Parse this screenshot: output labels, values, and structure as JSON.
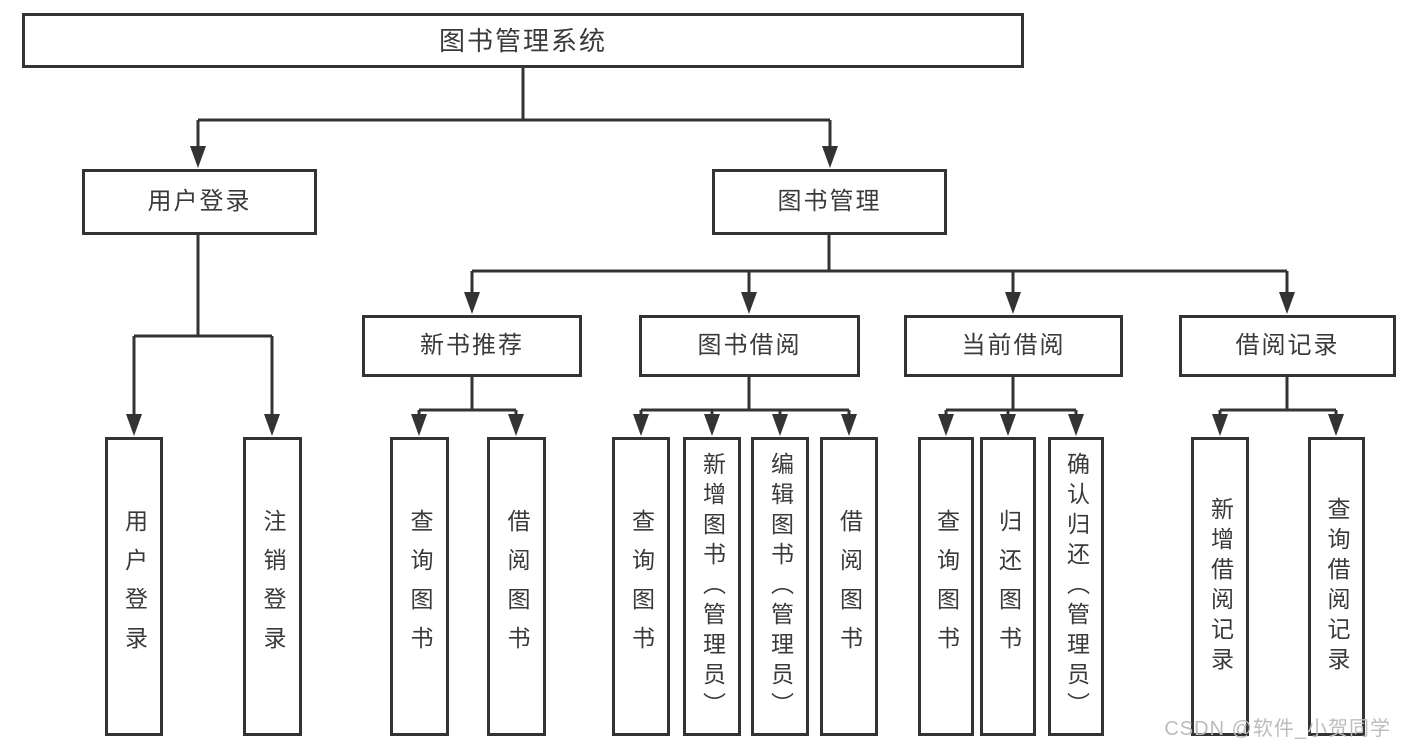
{
  "diagram": {
    "title": "图书管理系统",
    "nodes": {
      "root": "图书管理系统",
      "user_login": "用户登录",
      "book_mgmt": "图书管理",
      "new_book_rec": "新书推荐",
      "book_borrowing": "图书借阅",
      "current_borrowing": "当前借阅",
      "borrowing_records": "借阅记录",
      "leaves": {
        "user_login": "用户登录",
        "logout": "注销登录",
        "nbr_query": "查询图书",
        "nbr_borrow": "借阅图书",
        "bb_query": "查询图书",
        "bb_add": "新增图书（管理员）",
        "bb_edit": "编辑图书（管理员）",
        "bb_borrow": "借阅图书",
        "cb_query": "查询图书",
        "cb_return": "归还图书",
        "cb_confirm": "确认归还（管理员）",
        "br_add": "新增借阅记录",
        "br_query": "查询借阅记录"
      }
    },
    "hierarchy": {
      "图书管理系统": {
        "用户登录": [
          "用户登录",
          "注销登录"
        ],
        "图书管理": {
          "新书推荐": [
            "查询图书",
            "借阅图书"
          ],
          "图书借阅": [
            "查询图书",
            "新增图书（管理员）",
            "编辑图书（管理员）",
            "借阅图书"
          ],
          "当前借阅": [
            "查询图书",
            "归还图书",
            "确认归还（管理员）"
          ],
          "借阅记录": [
            "新增借阅记录",
            "查询借阅记录"
          ]
        }
      }
    },
    "colors": {
      "line": "#333333",
      "box_border": "#333333",
      "text": "#3a3a3a",
      "background": "#ffffff",
      "watermark": "#bcbcbc"
    }
  },
  "watermark": {
    "text": "CSDN @软件_小贺同学"
  }
}
